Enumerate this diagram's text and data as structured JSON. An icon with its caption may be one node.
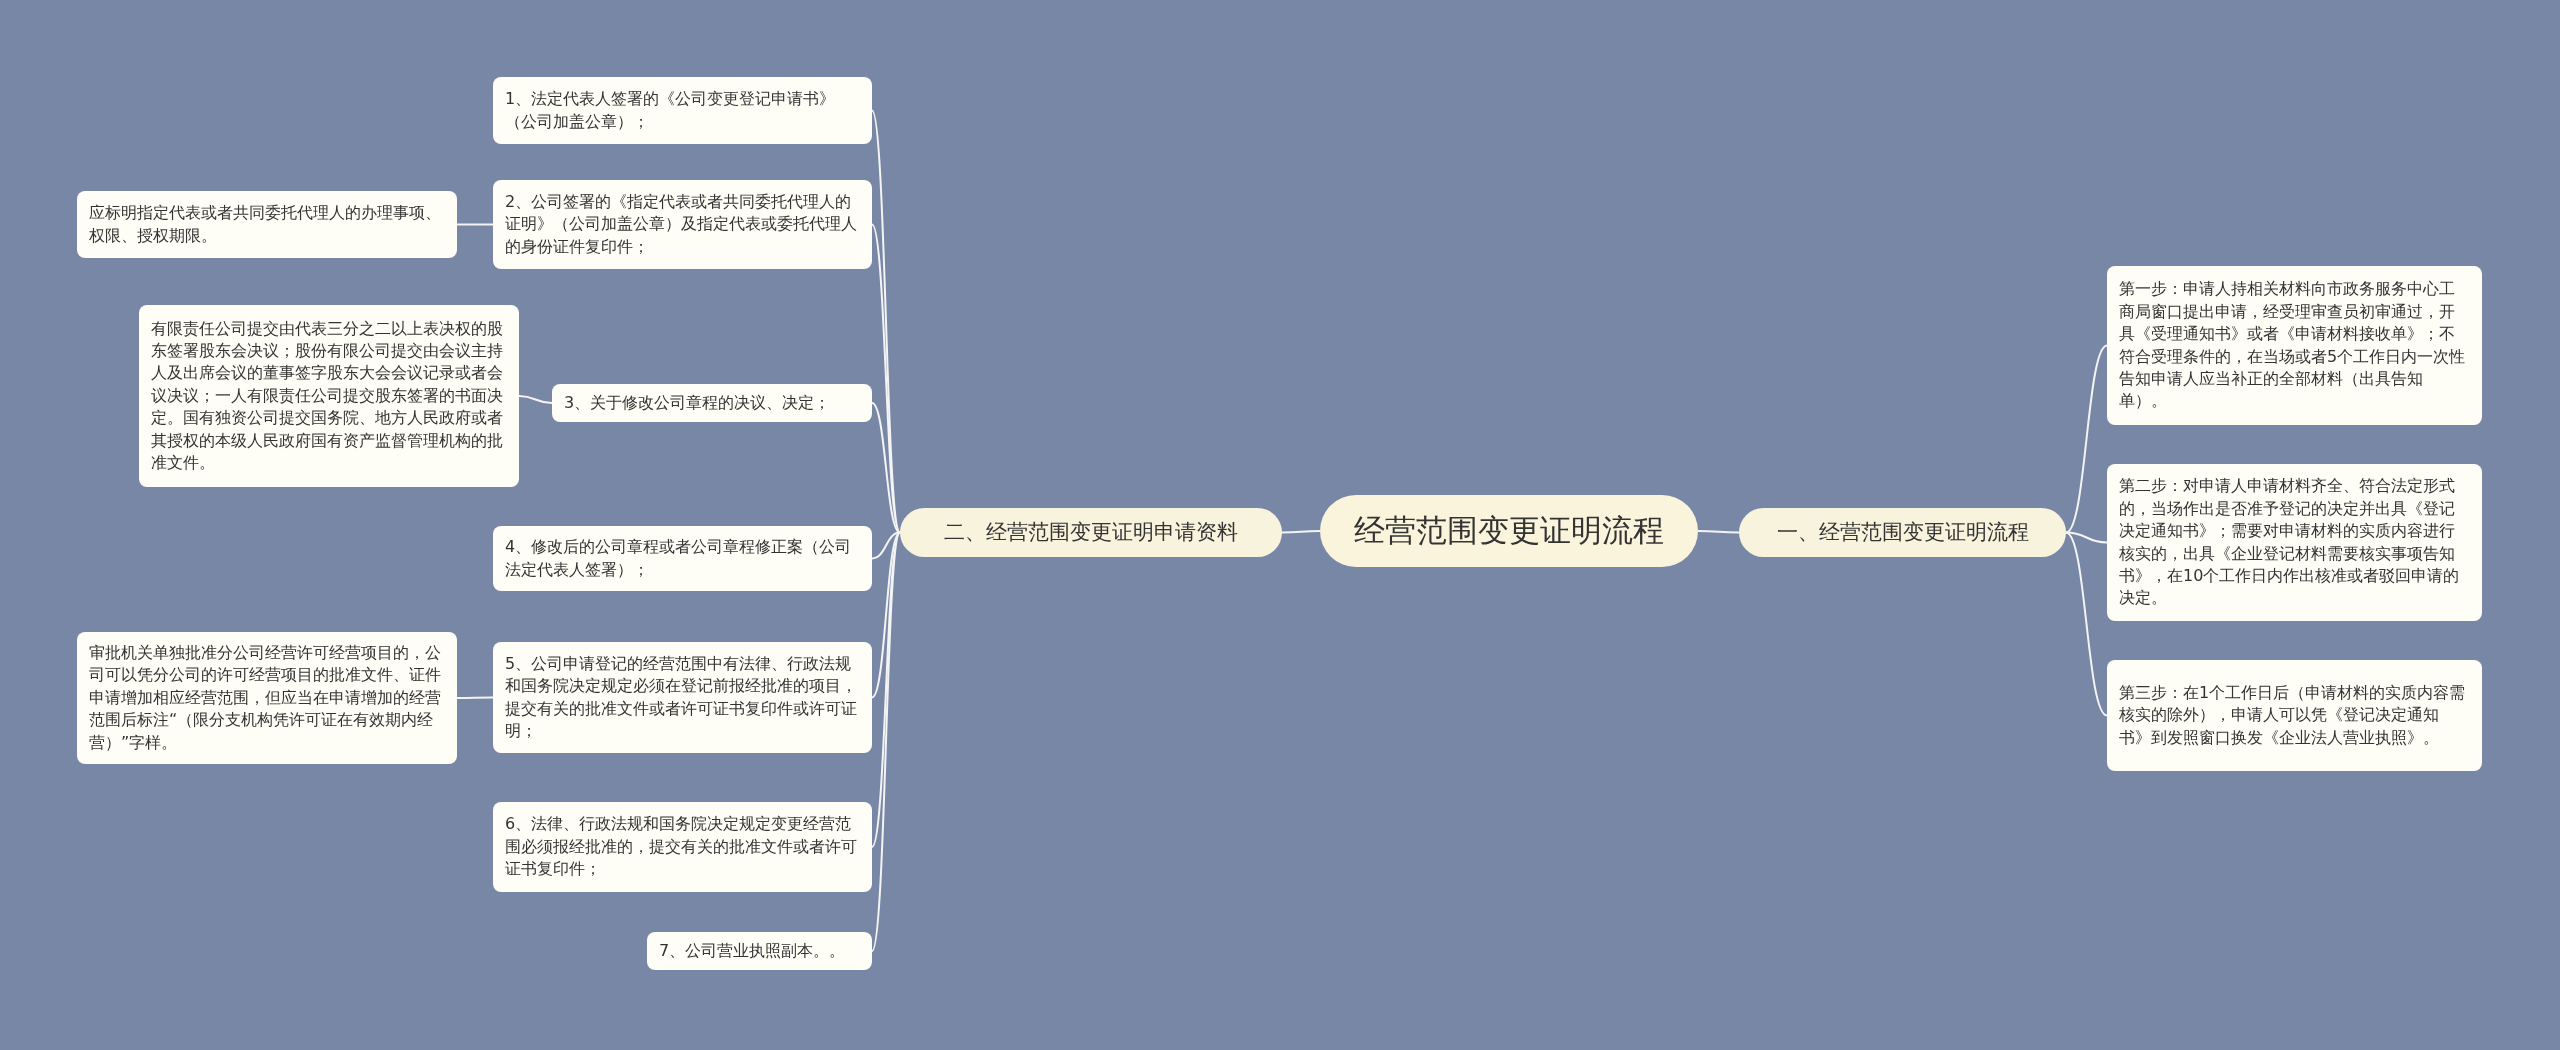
{
  "diagram": {
    "nodes": [
      {
        "text": [
          "经营范围变更证明流程"
        ]
      },
      {
        "text": [
          "一、经营范围变更证明流程"
        ]
      },
      {
        "text": [
          "第一步：申请人持相关材料向市政务服务中心工商局窗口提出申请，经受理审查员初审通过，开具《受理通知书》或者《申请材料接收单》；不符合受理条件的，在当场或者5个工作日内一次性告知申请人应当补正的全部材料（出具告知单）。"
        ]
      },
      {
        "text": [
          "第二步：对申请人申请材料齐全、符合法定形式的，当场作出是否准予登记的决定并出具《登记决定通知书》；需要对申请材料的实质内容进行核实的，出具《企业登记材料需要核实事项告知书》，在10个工作日内作出核准或者驳回申请的决定。"
        ]
      },
      {
        "text": [
          "第三步：在1个工作日后（申请材料的实质内容需核实的除外），申请人可以凭《登记决定通知书》到发照窗口换发《企业法人营业执照》。"
        ]
      },
      {
        "text": [
          "二、经营范围变更证明申请资料"
        ]
      },
      {
        "text": [
          "1、法定代表人签署的《公司变更登记申请书》（公司加盖公章）；"
        ]
      },
      {
        "text": [
          "2、公司签署的《指定代表或者共同委托代理人的证明》（公司加盖公章）及指定代表或委托代理人的身份证件复印件；"
        ]
      },
      {
        "text": [
          "应标明指定代表或者共同委托代理人的办理事项、权限、授权期限。"
        ]
      },
      {
        "text": [
          "3、关于修改公司章程的决议、决定；"
        ]
      },
      {
        "text": [
          "有限责任公司提交由代表三分之二以上表决权的股东签署股东会决议；股份有限公司提交由会议主持人及出席会议的董事签字股东大会会议记录或者会议决议；一人有限责任公司提交股东签署的书面决定。国有独资公司提交国务院、地方人民政府或者其授权的本级人民政府国有资产监督管理机构的批准文件。"
        ]
      },
      {
        "text": [
          "4、修改后的公司章程或者公司章程修正案（公司法定代表人签署）；"
        ]
      },
      {
        "text": [
          "5、公司申请登记的经营范围中有法律、行政法规和国务院决定规定必须在登记前报经批准的项目，提交有关的批准文件或者许可证书复印件或许可证明；"
        ]
      },
      {
        "text": [
          "审批机关单独批准分公司经营许可经营项目的，公司可以凭分公司的许可经营项目的批准文件、证件申请增加相应经营范围，但应当在申请增加的经营范围后标注“（限分支机构凭许可证在有效期内经营）”字样。"
        ]
      },
      {
        "text": [
          "6、法律、行政法规和国务院决定规定变更经营范围必须报经批准的，提交有关的批准文件或者许可证书复印件；"
        ]
      },
      {
        "text": [
          "7、公司营业执照副本。。"
        ]
      }
    ],
    "edges": [
      {
        "from": 0,
        "to": 1,
        "arrow": "none"
      },
      {
        "from": 1,
        "to": 2,
        "arrow": "none"
      },
      {
        "from": 1,
        "to": 3,
        "arrow": "none"
      },
      {
        "from": 1,
        "to": 4,
        "arrow": "none"
      },
      {
        "from": 0,
        "to": 5,
        "arrow": "none"
      },
      {
        "from": 5,
        "to": 6,
        "arrow": "none"
      },
      {
        "from": 5,
        "to": 7,
        "arrow": "none"
      },
      {
        "from": 7,
        "to": 8,
        "arrow": "none"
      },
      {
        "from": 5,
        "to": 9,
        "arrow": "none"
      },
      {
        "from": 9,
        "to": 10,
        "arrow": "none"
      },
      {
        "from": 5,
        "to": 11,
        "arrow": "none"
      },
      {
        "from": 5,
        "to": 12,
        "arrow": "none"
      },
      {
        "from": 12,
        "to": 13,
        "arrow": "none"
      },
      {
        "from": 5,
        "to": 14,
        "arrow": "none"
      },
      {
        "from": 5,
        "to": 15,
        "arrow": "none"
      }
    ]
  }
}
